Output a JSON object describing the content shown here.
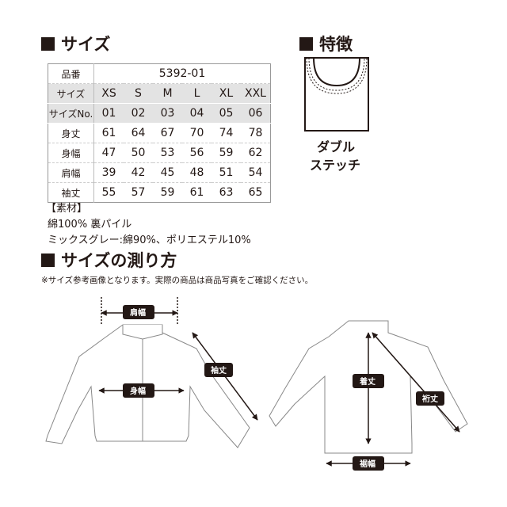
{
  "size_section": {
    "title": "サイズ"
  },
  "feature_section": {
    "title": "特徴",
    "caption_line1": "ダブル",
    "caption_line2": "ステッチ"
  },
  "size_table": {
    "product_label": "品番",
    "product_no": "5392-01",
    "rows": [
      {
        "label": "サイズ",
        "values": [
          "XS",
          "S",
          "M",
          "L",
          "XL",
          "XXL"
        ]
      },
      {
        "label": "サイズNo.",
        "values": [
          "01",
          "02",
          "03",
          "04",
          "05",
          "06"
        ]
      },
      {
        "label": "身丈",
        "values": [
          "61",
          "64",
          "67",
          "70",
          "74",
          "78"
        ]
      },
      {
        "label": "身幅",
        "values": [
          "47",
          "50",
          "53",
          "56",
          "59",
          "62"
        ]
      },
      {
        "label": "肩幅",
        "values": [
          "39",
          "42",
          "45",
          "48",
          "51",
          "54"
        ]
      },
      {
        "label": "袖丈",
        "values": [
          "55",
          "57",
          "59",
          "61",
          "63",
          "65"
        ]
      }
    ]
  },
  "material": {
    "title": "【素材】",
    "line1": "綿100% 裏パイル",
    "line2": "ミックスグレー:綿90%、ポリエステル10%"
  },
  "measure_section": {
    "title": "サイズの測り方",
    "note": "※サイズ参考画像となります。実際の商品は商品写真をご確認ください。"
  },
  "labels": {
    "shoulder": "肩幅",
    "sleeve": "袖丈",
    "chest": "身幅",
    "length": "着丈",
    "yuki": "裄丈",
    "hem": "裾幅"
  }
}
